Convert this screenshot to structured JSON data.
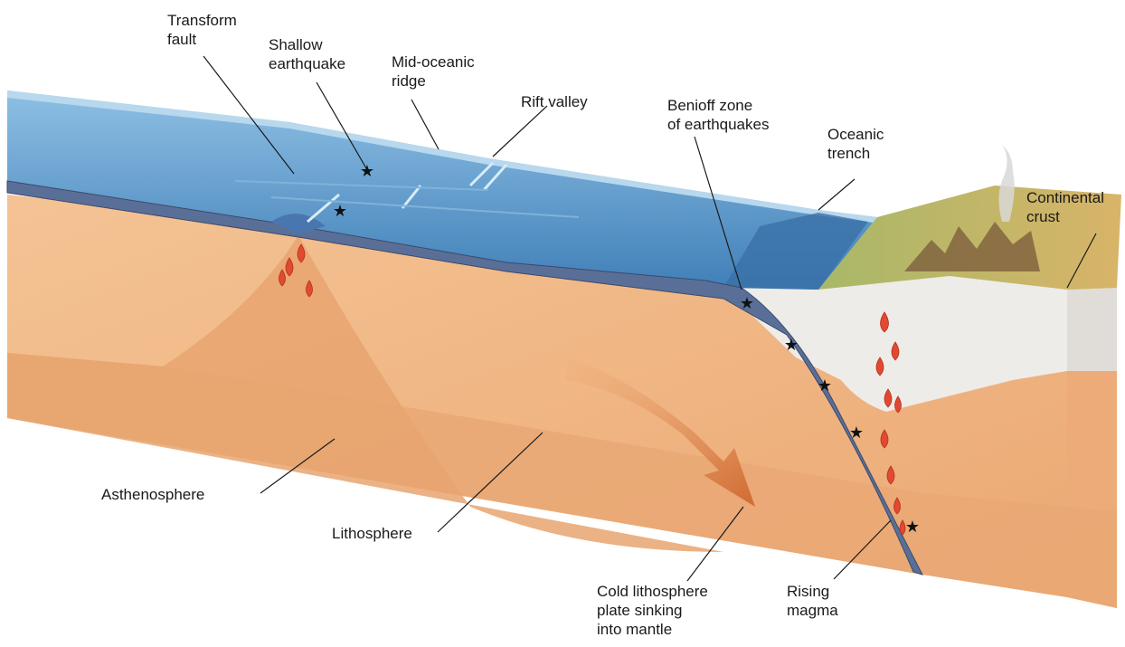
{
  "labels": {
    "transform_fault": [
      "Transform",
      "fault"
    ],
    "shallow_earthquake": [
      "Shallow",
      "earthquake"
    ],
    "mid_oceanic_ridge": [
      "Mid-oceanic",
      "ridge"
    ],
    "rift_valley": [
      "Rift valley"
    ],
    "benioff_zone": [
      "Benioff zone",
      "of earthquakes"
    ],
    "oceanic_trench": [
      "Oceanic",
      "trench"
    ],
    "continental_crust": [
      "Continental",
      "crust"
    ],
    "asthenosphere": [
      "Asthenosphere"
    ],
    "lithosphere": [
      "Lithosphere"
    ],
    "cold_lithosphere_plate": [
      "Cold lithosphere",
      "plate sinking",
      "into mantle"
    ],
    "rising_magma": [
      "Rising",
      "magma"
    ]
  },
  "icons": {
    "earthquake": "star-icon",
    "magma": "magma-drop-icon"
  },
  "colors": {
    "ocean": "#4f8fc4",
    "ocean_light": "#8fc0e4",
    "mantle": "#f0b07a",
    "mantle_dark": "#e4a06c",
    "lithosphere_band": "#5a6f98",
    "continental_crust": "#e8e6e2",
    "land": "#d8b870",
    "magma": "#e04a30"
  }
}
